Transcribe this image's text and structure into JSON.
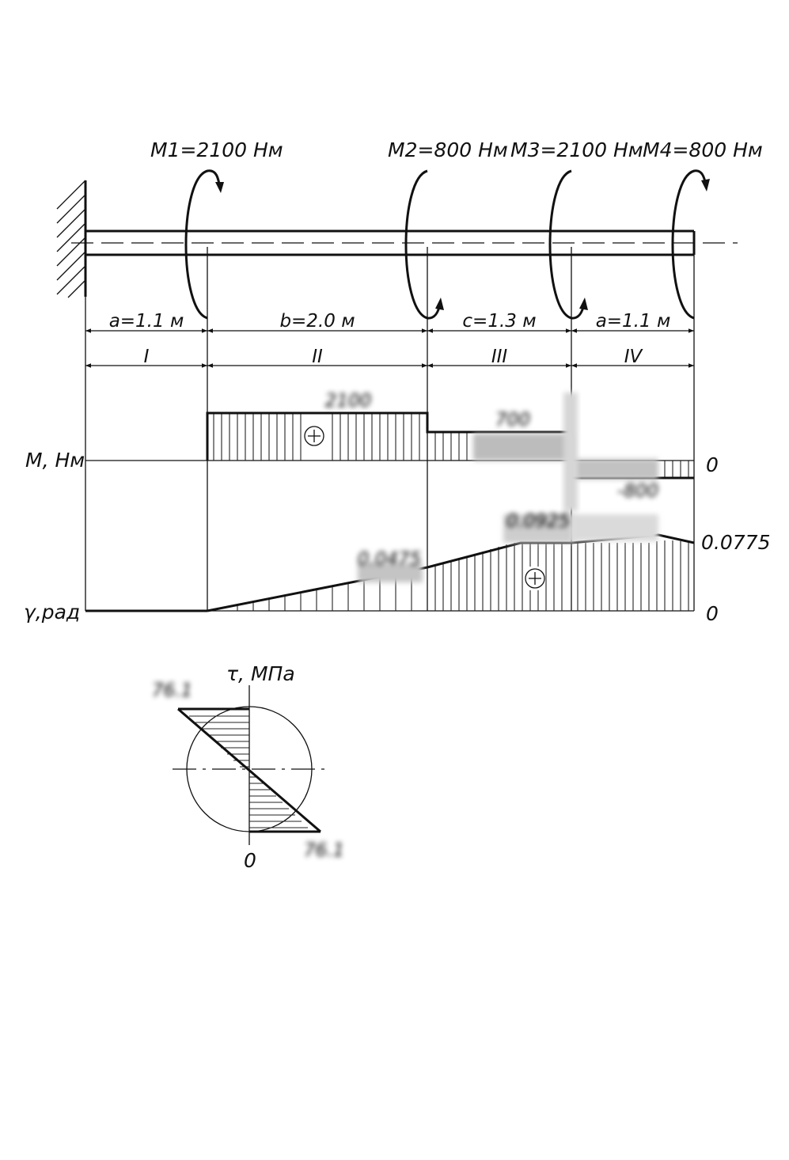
{
  "torques": [
    {
      "label": "M1=2100 Нм"
    },
    {
      "label": "M2=800 Нм"
    },
    {
      "label": "M3=2100 Нм"
    },
    {
      "label": "M4=800 Нм"
    }
  ],
  "segments": {
    "lengths": [
      {
        "label": "a=1.1 м"
      },
      {
        "label": "b=2.0 м"
      },
      {
        "label": "c=1.3 м"
      },
      {
        "label": "a=1.1 м"
      }
    ],
    "numbers": [
      {
        "label": "I"
      },
      {
        "label": "II"
      },
      {
        "label": "III"
      },
      {
        "label": "IV"
      }
    ]
  },
  "moment_diagram": {
    "axis_label": "M, Нм",
    "zero_label": "0",
    "sign": "+",
    "values": [
      {
        "label": "2100"
      },
      {
        "label": "700"
      },
      {
        "label": "-800"
      }
    ]
  },
  "angle_diagram": {
    "axis_label": "γ,рад",
    "zero_label": "0",
    "end_label": "0.0775",
    "sign": "+",
    "values": [
      {
        "label": "0.0475"
      },
      {
        "label": "0.0925"
      }
    ]
  },
  "stress_diagram": {
    "axis_label": "τ, МПа",
    "zero_label": "0",
    "top_value": "76.1",
    "bottom_value": "76.1"
  }
}
